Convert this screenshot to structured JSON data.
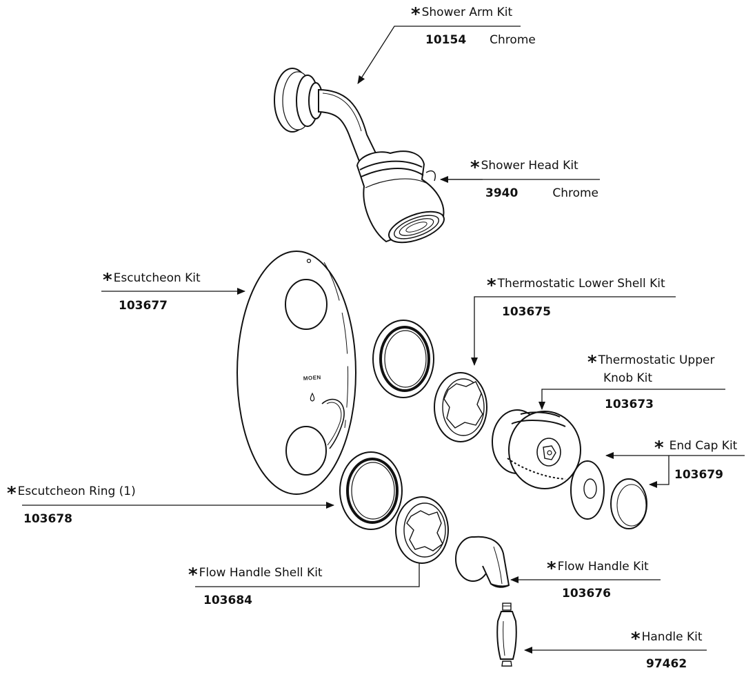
{
  "callouts": {
    "shower_arm": {
      "asterisk": "*",
      "label": "Shower Arm Kit",
      "part": "10154",
      "finish": "Chrome"
    },
    "shower_head": {
      "asterisk": "*",
      "label": "Shower Head Kit",
      "part": "3940",
      "finish": "Chrome"
    },
    "escutcheon": {
      "asterisk": "*",
      "label": "Escutcheon Kit",
      "part": "103677"
    },
    "lower_shell": {
      "asterisk": "*",
      "label": "Thermostatic Lower Shell Kit",
      "part": "103675"
    },
    "upper_knob": {
      "asterisk": "*",
      "label_line1": "Thermostatic Upper",
      "label_line2": "Knob Kit",
      "part": "103673"
    },
    "end_cap": {
      "asterisk": "*",
      "label": "End Cap Kit",
      "part": "103679"
    },
    "escutcheon_ring": {
      "asterisk": "*",
      "label": "Escutcheon Ring (1)",
      "part": "103678"
    },
    "flow_shell": {
      "asterisk": "*",
      "label": "Flow Handle Shell Kit",
      "part": "103684"
    },
    "flow_handle": {
      "asterisk": "*",
      "label": "Flow Handle Kit",
      "part": "103676"
    },
    "handle": {
      "asterisk": "*",
      "label": "Handle Kit",
      "part": "97462"
    }
  },
  "brand_mark": "MOEN",
  "colors": {
    "line": "#111111",
    "background": "#ffffff",
    "highlight": "#ffffff"
  }
}
